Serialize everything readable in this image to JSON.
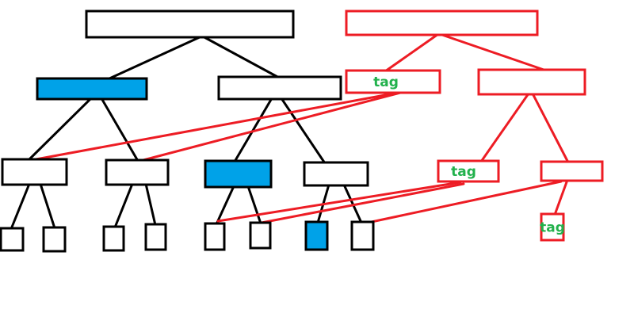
{
  "colors": {
    "background": "#ffffff",
    "black_tree": "#000000",
    "red_tree": "#ed1c24",
    "highlight_fill": "#00a2e8",
    "tag_text": "#22b14c"
  },
  "black_tree": {
    "nodes": [
      {
        "id": "b-root",
        "level": 0,
        "highlighted": false
      },
      {
        "id": "b-l1-a",
        "level": 1,
        "highlighted": true
      },
      {
        "id": "b-l1-b",
        "level": 1,
        "highlighted": false
      },
      {
        "id": "b-l2-a",
        "level": 2,
        "highlighted": false
      },
      {
        "id": "b-l2-b",
        "level": 2,
        "highlighted": false
      },
      {
        "id": "b-l2-c",
        "level": 2,
        "highlighted": true
      },
      {
        "id": "b-l2-d",
        "level": 2,
        "highlighted": false
      },
      {
        "id": "b-l3-a",
        "level": 3,
        "highlighted": false
      },
      {
        "id": "b-l3-b",
        "level": 3,
        "highlighted": false
      },
      {
        "id": "b-l3-c",
        "level": 3,
        "highlighted": false
      },
      {
        "id": "b-l3-d",
        "level": 3,
        "highlighted": false
      },
      {
        "id": "b-l3-e",
        "level": 3,
        "highlighted": false
      },
      {
        "id": "b-l3-f",
        "level": 3,
        "highlighted": false
      },
      {
        "id": "b-l3-g",
        "level": 3,
        "highlighted": true
      },
      {
        "id": "b-l3-h",
        "level": 3,
        "highlighted": false
      }
    ],
    "edges": [
      [
        "b-root",
        "b-l1-a"
      ],
      [
        "b-root",
        "b-l1-b"
      ],
      [
        "b-l1-a",
        "b-l2-a"
      ],
      [
        "b-l1-a",
        "b-l2-b"
      ],
      [
        "b-l1-b",
        "b-l2-c"
      ],
      [
        "b-l1-b",
        "b-l2-d"
      ],
      [
        "b-l2-a",
        "b-l3-a"
      ],
      [
        "b-l2-a",
        "b-l3-b"
      ],
      [
        "b-l2-b",
        "b-l3-c"
      ],
      [
        "b-l2-b",
        "b-l3-d"
      ],
      [
        "b-l2-c",
        "b-l3-e"
      ],
      [
        "b-l2-c",
        "b-l3-f"
      ],
      [
        "b-l2-d",
        "b-l3-g"
      ],
      [
        "b-l2-d",
        "b-l3-h"
      ]
    ]
  },
  "red_tree": {
    "nodes": [
      {
        "id": "r-root",
        "label": ""
      },
      {
        "id": "r-l1-a",
        "label": "tag"
      },
      {
        "id": "r-l1-b",
        "label": ""
      },
      {
        "id": "r-l2-a",
        "label": "tag"
      },
      {
        "id": "r-l2-b",
        "label": ""
      },
      {
        "id": "r-l3-a",
        "label": "tag"
      }
    ],
    "edges": [
      [
        "r-root",
        "r-l1-a"
      ],
      [
        "r-root",
        "r-l1-b"
      ],
      [
        "r-l1-b",
        "r-l2-a"
      ],
      [
        "r-l1-b",
        "r-l2-b"
      ],
      [
        "r-l2-b",
        "r-l3-a"
      ]
    ]
  },
  "mapping_links": [
    [
      "r-l1-a",
      "b-l2-a"
    ],
    [
      "r-l1-a",
      "b-l2-b"
    ],
    [
      "r-l2-a",
      "b-l3-e"
    ],
    [
      "r-l2-a",
      "b-l3-f"
    ],
    [
      "r-l2-b",
      "b-l3-h"
    ]
  ]
}
